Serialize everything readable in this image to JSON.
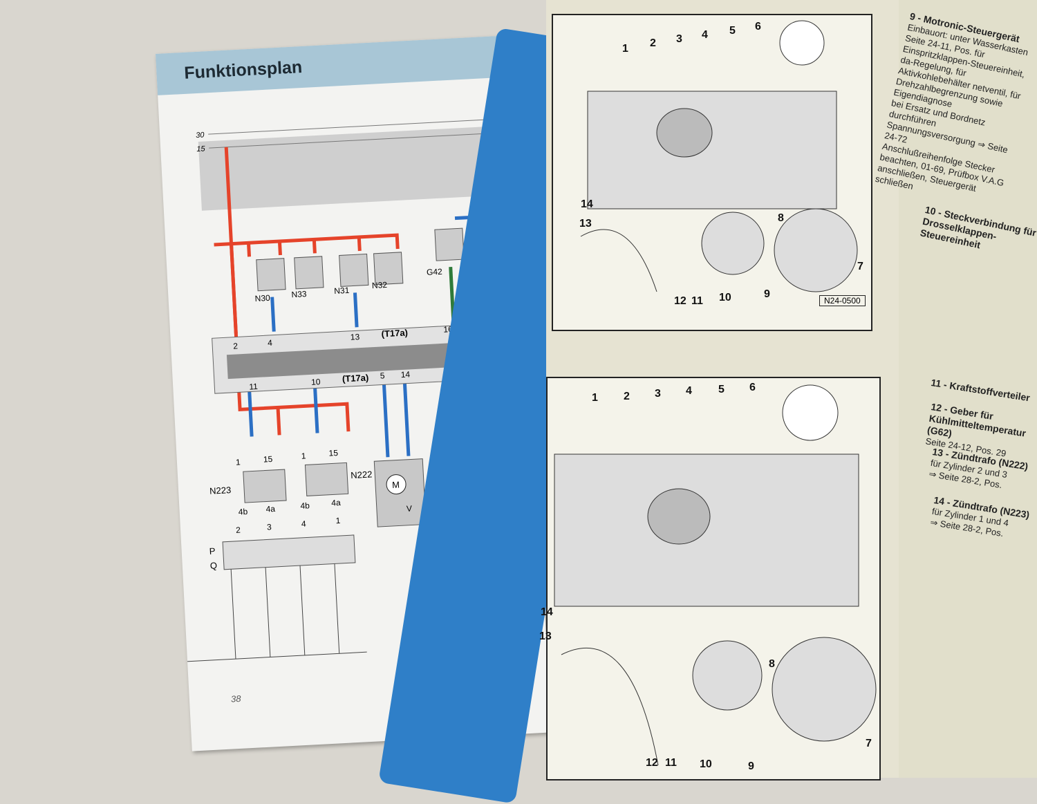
{
  "left_page": {
    "title": "Funktionsplan",
    "page_number": "38",
    "rails": [
      "30",
      "15"
    ],
    "components_top": [
      "N30",
      "N33",
      "N31",
      "N32",
      "G42"
    ],
    "connector_top": {
      "name": "(T17a)",
      "pins": [
        "2",
        "4",
        "13",
        "16"
      ]
    },
    "connector_bottom": {
      "name": "(T17a)",
      "pins": [
        "11",
        "10",
        "5",
        "14"
      ]
    },
    "coil_pins_top": [
      "1",
      "15",
      "1",
      "15"
    ],
    "coils": [
      "N223",
      "N222"
    ],
    "coil_pins_bottom": [
      "4b",
      "4a",
      "4b",
      "4a"
    ],
    "plug_pins": [
      "2",
      "3",
      "4",
      "1"
    ],
    "diode_rows": [
      "P",
      "Q"
    ],
    "motor": "M",
    "motor_label": "V",
    "colors": {
      "red": "#e5432a",
      "blue": "#2b6fc4",
      "green": "#2f7a3a",
      "gray": "#c8c8c8"
    }
  },
  "right_page": {
    "figure_numbers": [
      "1",
      "2",
      "3",
      "4",
      "5",
      "6",
      "7",
      "8",
      "9",
      "10",
      "11",
      "12",
      "13",
      "14"
    ],
    "figure_code": "N24-0500"
  },
  "text_page": {
    "items": [
      {
        "head": "9 - Motronic-Steuergerät",
        "lines": [
          "Einbauort: unter Wasserkasten",
          "Seite 24-11, Pos. für Einspritzklappen-Steuereinheit, da-Regelung, für Aktivkohlebehälter netventil, für Drehzahlbegrenzung sowie Eigendiagnose",
          "bei Ersatz und Bordnetz durchführen",
          "Spannungsversorgung ⇒ Seite 24-72",
          "Anschlußreihenfolge Stecker beachten, 01-69, Prüfbox V.A.G anschließen, Steuergerät schließen"
        ]
      },
      {
        "head": "10 - Steckverbindung für Drosselklappen-Steuereinheit",
        "lines": []
      },
      {
        "head": "11 - Kraftstoffverteiler",
        "lines": []
      },
      {
        "head": "12 - Geber für Kühlmitteltemperatur (G62)",
        "lines": [
          "Seite 24-12, Pos. 29"
        ]
      },
      {
        "head": "13 - Zündtrafo (N222)",
        "lines": [
          "für Zylinder 2 und 3",
          "⇒ Seite 28-2, Pos."
        ]
      },
      {
        "head": "14 - Zündtrafo (N223)",
        "lines": [
          "für Zylinder 1 und 4",
          "⇒ Seite 28-2, Pos."
        ]
      }
    ]
  }
}
